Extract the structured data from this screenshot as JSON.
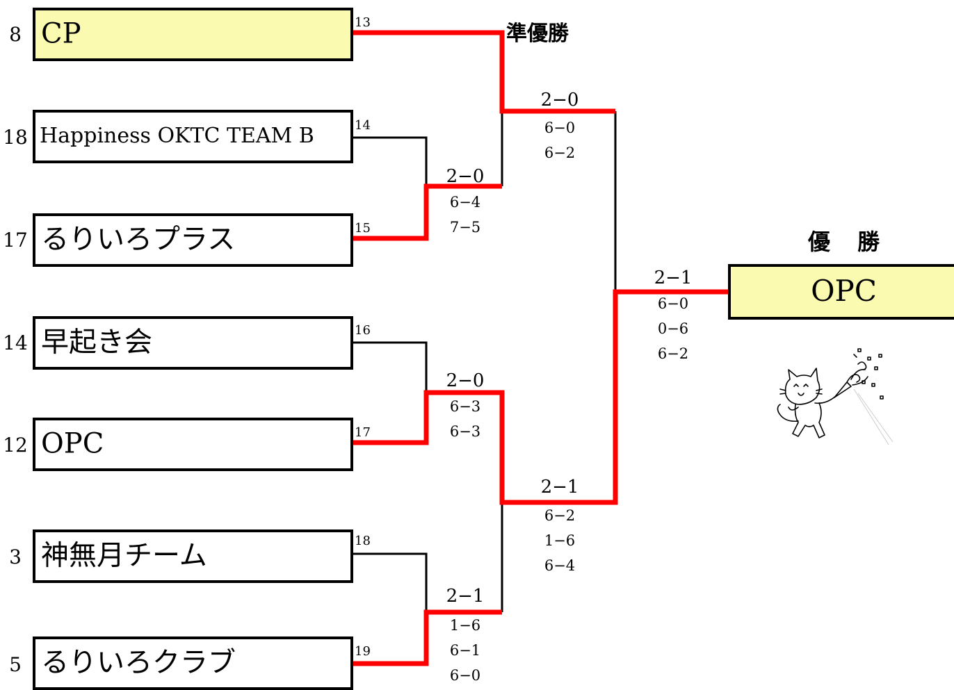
{
  "labels": {
    "runner_up": "準優勝",
    "champion": "優 勝"
  },
  "champion_name": "OPC",
  "teams": [
    {
      "seed": "8",
      "name": "CP",
      "match_no": "13"
    },
    {
      "seed": "18",
      "name": "Happiness OKTC TEAM B",
      "match_no": "14"
    },
    {
      "seed": "17",
      "name": "るりいろプラス",
      "match_no": "15"
    },
    {
      "seed": "14",
      "name": "早起き会",
      "match_no": "16"
    },
    {
      "seed": "12",
      "name": "OPC",
      "match_no": "17"
    },
    {
      "seed": "3",
      "name": "神無月チーム",
      "match_no": "18"
    },
    {
      "seed": "5",
      "name": "るりいろクラブ",
      "match_no": "19"
    }
  ],
  "matches": {
    "r1_a": {
      "score": "2−0",
      "sets": [
        "6−4",
        "7−5"
      ]
    },
    "r1_b": {
      "score": "2−0",
      "sets": [
        "6−3",
        "6−3"
      ]
    },
    "r1_c": {
      "score": "2−1",
      "sets": [
        "1−6",
        "6−1",
        "6−0"
      ]
    },
    "sf_top": {
      "score": "2−0",
      "sets": [
        "6−0",
        "6−2"
      ]
    },
    "sf_bottom": {
      "score": "2−1",
      "sets": [
        "6−2",
        "1−6",
        "6−4"
      ]
    },
    "final": {
      "score": "2−1",
      "sets": [
        "6−0",
        "0−6",
        "6−2"
      ]
    }
  },
  "colors": {
    "winner_line": "#ff0000",
    "highlight_fill": "#fafab0",
    "line": "#000000"
  },
  "icons": [
    "celebrating-cat-icon"
  ]
}
